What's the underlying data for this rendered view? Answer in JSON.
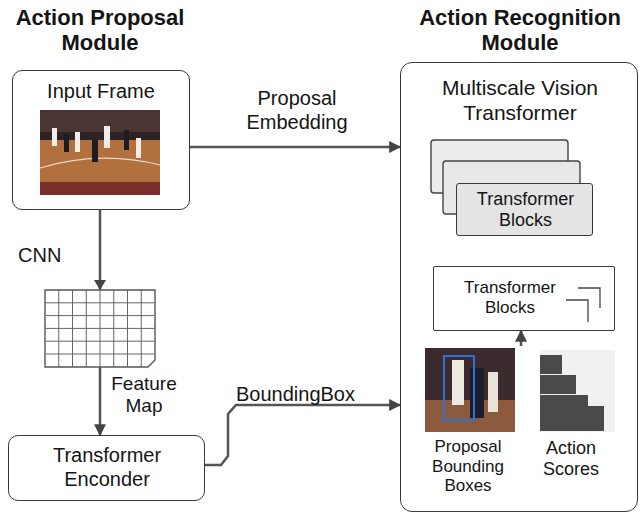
{
  "diagram": {
    "nodes": [
      {
        "text": [
          "Input Frame"
        ]
      },
      {
        "text": [
          "Transformer Enconder"
        ]
      },
      {
        "text": [
          "Action Recognition Module",
          "Multiscale Vision Transformer"
        ]
      },
      {
        "text": [
          "Transformer Blocks"
        ],
        "in": 2
      },
      {
        "text": [
          "Transformer Blocks"
        ],
        "in": 2
      }
    ],
    "edges": [
      {
        "from": 0,
        "to": 2,
        "label": "Proposal Embedding",
        "arrow": "to"
      },
      {
        "from": 0,
        "to": 1,
        "label": "CNN",
        "arrow": "to"
      },
      {
        "from": 1,
        "to": 2,
        "label": "BoundingBox",
        "arrow": "to"
      }
    ],
    "labels": [
      "Action Proposal Module",
      "Feature Map",
      "Proposal Bounding Boxes",
      "Action Scores"
    ]
  }
}
